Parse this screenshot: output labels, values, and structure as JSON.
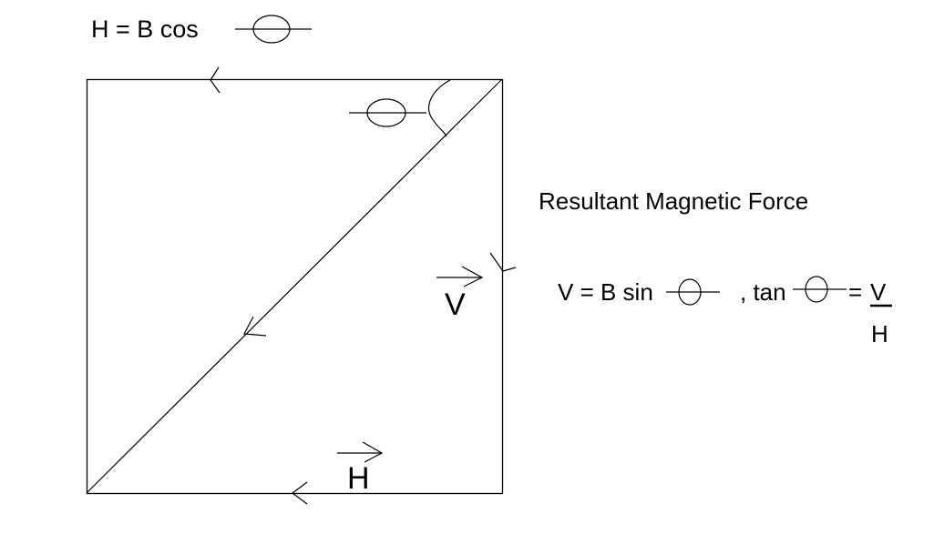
{
  "diagram": {
    "line_color": "#000000",
    "background_color": "#ffffff",
    "top_formula": {
      "lhs": "H = B cos",
      "symbol": "theta-symbol"
    },
    "vector_labels": {
      "vertical": "V",
      "horizontal": "H"
    },
    "resultant_label": "Resultant Magnetic Force",
    "side_formula": {
      "v_part": "V = B sin",
      "tan_part": ", tan",
      "equals": "=",
      "numerator": "V",
      "denominator": "H"
    }
  }
}
